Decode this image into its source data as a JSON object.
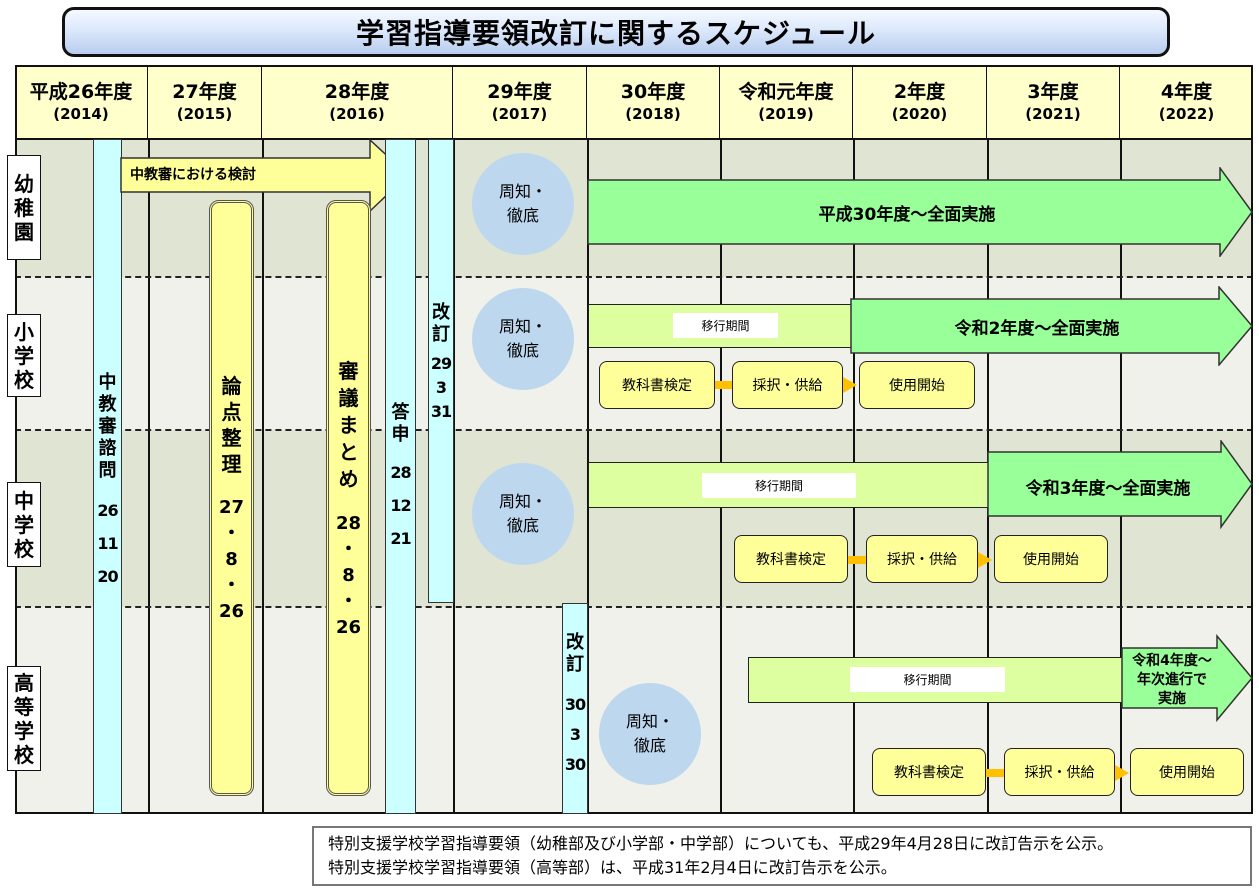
{
  "title": "学習指導要領改訂に関するスケジュール",
  "columns": [
    {
      "label": "平成26年度",
      "year": "(2014)"
    },
    {
      "label": "27年度",
      "year": "(2015)"
    },
    {
      "label": "28年度",
      "year": "(2016)"
    },
    {
      "label": "29年度",
      "year": "(2017)"
    },
    {
      "label": "30年度",
      "year": "(2018)"
    },
    {
      "label": "令和元年度",
      "year": "(2019)"
    },
    {
      "label": "2年度",
      "year": "(2020)"
    },
    {
      "label": "3年度",
      "year": "(2021)"
    },
    {
      "label": "4年度",
      "year": "(2022)"
    }
  ],
  "rows": [
    {
      "label": [
        "幼",
        "稚",
        "園"
      ]
    },
    {
      "label": [
        "小",
        "学",
        "校"
      ]
    },
    {
      "label": [
        "中",
        "学",
        "校"
      ]
    },
    {
      "label": [
        "高",
        "等",
        "学",
        "校"
      ]
    }
  ],
  "events": {
    "shimon": {
      "title": [
        "中",
        "教",
        "審",
        "諮",
        "問"
      ],
      "date": [
        "26",
        "11",
        "20"
      ]
    },
    "kento_arrow": "中教審における検討",
    "ronten": {
      "title": [
        "論",
        "点",
        "整",
        "理"
      ],
      "date": [
        "27",
        "・",
        "8",
        "・",
        "26"
      ]
    },
    "shingi": {
      "title": [
        "審",
        "議",
        "ま",
        "と",
        "め"
      ],
      "date": [
        "28",
        "・",
        "8",
        "・",
        "26"
      ]
    },
    "toshin": {
      "title": [
        "答",
        "申"
      ],
      "date": [
        "28",
        "12",
        "21"
      ]
    },
    "kaitei_1": {
      "title": [
        "改",
        "訂"
      ],
      "date": [
        "29",
        "3",
        "31"
      ]
    },
    "kaitei_2": {
      "title": [
        "改",
        "訂"
      ],
      "date": [
        "30",
        "3",
        "30"
      ]
    }
  },
  "shuchi": "周知・徹底",
  "kindergarten": {
    "implementation": "平成30年度～全面実施"
  },
  "elementary": {
    "transition": "移行期間",
    "implementation": "令和2年度～全面実施",
    "steps": [
      "教科書検定",
      "採択・供給",
      "使用開始"
    ]
  },
  "junior_high": {
    "transition": "移行期間",
    "implementation": "令和3年度～全面実施",
    "steps": [
      "教科書検定",
      "採択・供給",
      "使用開始"
    ]
  },
  "high_school": {
    "transition": "移行期間",
    "implementation": [
      "令和4年度～",
      "年次進行で",
      "実施"
    ],
    "steps": [
      "教科書検定",
      "採択・供給",
      "使用開始"
    ]
  },
  "footer": [
    "特別支援学校学習指導要領（幼稚部及び小学部・中学部）についても、平成29年4月28日に改訂告示を公示。",
    "特別支援学校学習指導要領（高等部）は、平成31年2月4日に改訂告示を公示。"
  ],
  "colors": {
    "header_fill": "#ffffcc",
    "band_dark": "#dfe4d3",
    "band_light": "#eff1ea",
    "cyan": "#ccffff",
    "yellow": "#ffff99",
    "green_arrow": "#99ff99",
    "light_green": "#ddff9f",
    "circle": "#bdd7ee",
    "connector": "#ffc000"
  }
}
